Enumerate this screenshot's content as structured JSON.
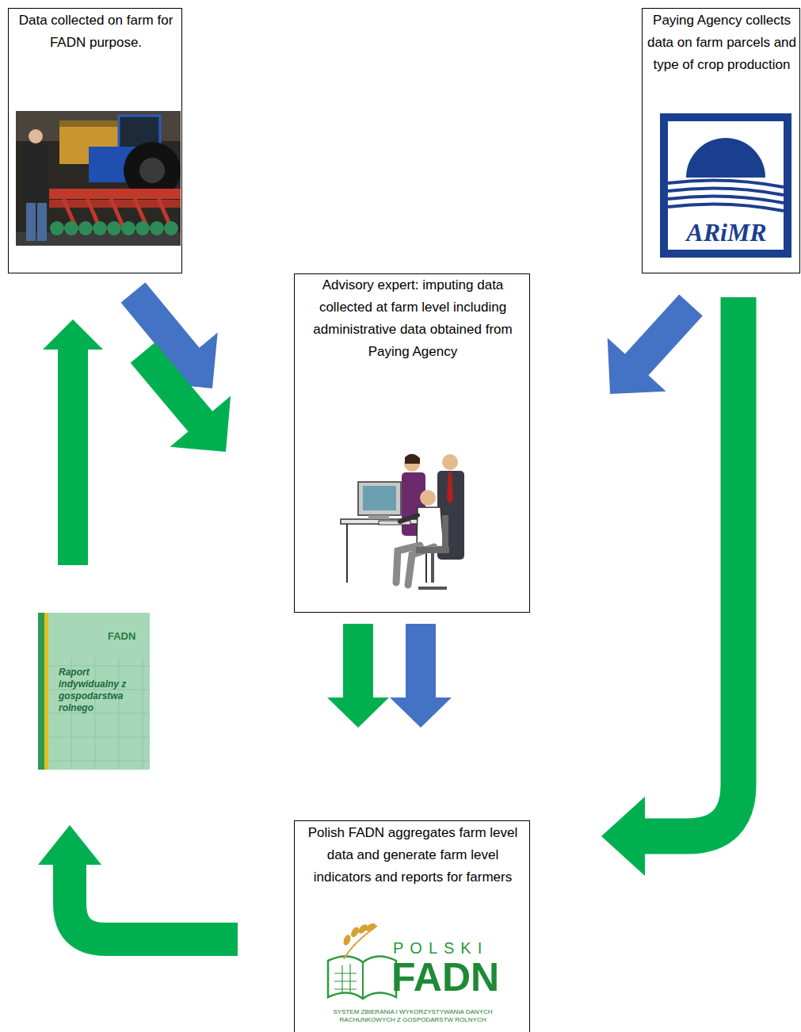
{
  "diagram": {
    "nodes": [
      {
        "text": [
          "Data collected on farm for FADN purpose."
        ]
      },
      {
        "text": [
          "Paying Agency collects data on farm parcels and type of crop production",
          "ARiMR"
        ]
      },
      {
        "text": [
          "Advisory expert: imputing data collected at farm level including administrative data obtained from Paying Agency"
        ]
      },
      {
        "text": [
          "Polish FADN aggregates farm level data and generate farm level indicators and reports for farmers",
          "POLSKI",
          "FADN",
          "SYSTEM ZBIERANIA I WYKORZYSTYWANIA DANYCH RACHUNKOWYCH Z GOSPODARSTW ROLNYCH"
        ]
      },
      {
        "text": [
          "FADN",
          "Raport indywidualny z gospodarstwa rolnego"
        ]
      }
    ],
    "edges": [
      {
        "from": 0,
        "to": 2,
        "arrow": "to"
      },
      {
        "from": 0,
        "to": 2,
        "arrow": "to"
      },
      {
        "from": 1,
        "to": 2,
        "arrow": "to"
      },
      {
        "from": 1,
        "to": 3,
        "arrow": "to"
      },
      {
        "from": 2,
        "to": 3,
        "arrow": "to"
      },
      {
        "from": 2,
        "to": 3,
        "arrow": "to"
      },
      {
        "from": 3,
        "to": 4,
        "arrow": "to"
      },
      {
        "from": 4,
        "to": 0,
        "arrow": "to"
      }
    ]
  }
}
